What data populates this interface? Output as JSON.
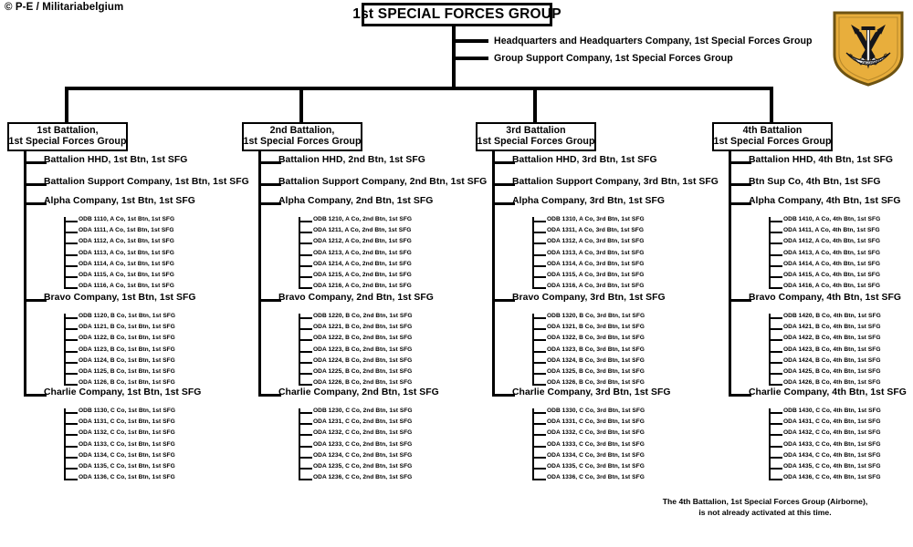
{
  "meta": {
    "copyright": "© P-E / Militariabelgium",
    "colors": {
      "line": "#000000",
      "background": "#ffffff",
      "insignia_field": "#E8AE3C",
      "insignia_border": "#7A5C14",
      "insignia_device": "#1A1A1A"
    }
  },
  "root": {
    "title": "1st SPECIAL FORCES GROUP",
    "staff": [
      "Headquarters and Headquarters Company,  1st Special Forces Group",
      "Group Support Company,  1st Special Forces Group"
    ]
  },
  "battalions": [
    {
      "box_line1": "1st Battalion,",
      "box_line2": "1st Special Forces Group",
      "units": [
        "Battalion HHD,  1st Btn, 1st SFG",
        "Battalion  Support Company, 1st Btn,  1st SFG"
      ],
      "companies": [
        {
          "label": "Alpha Company, 1st Btn,  1st SFG",
          "teams": [
            "ODB 1110, A Co, 1st Btn,  1st SFG",
            "ODA 1111, A Co, 1st Btn,  1st SFG",
            "ODA 1112, A Co, 1st Btn,  1st SFG",
            "ODA 1113, A Co, 1st Btn,  1st SFG",
            "ODA 1114, A Co, 1st Btn,  1st SFG",
            "ODA 1115, A Co, 1st Btn,  1st SFG",
            "ODA 1116, A Co, 1st Btn,  1st SFG"
          ]
        },
        {
          "label": "Bravo Company, 1st Btn, 1st SFG",
          "teams": [
            "ODB 1120, B Co, 1st Btn,  1st SFG",
            "ODA 1121, B Co, 1st Btn,  1st SFG",
            "ODA 1122, B Co, 1st Btn,  1st SFG",
            "ODA 1123, B Co, 1st Btn,  1st SFG",
            "ODA 1124, B Co, 1st Btn,  1st SFG",
            "ODA 1125, B Co, 1st Btn,  1st SFG",
            "ODA 1126, B Co, 1st Btn,  1st SFG"
          ]
        },
        {
          "label": "Charlie Company, 1st Btn,  1st SFG",
          "teams": [
            "ODB 1130, C Co, 1st Btn,  1st SFG",
            "ODA 1131, C Co, 1st Btn,  1st SFG",
            "ODA 1132, C Co, 1st Btn,  1st SFG",
            "ODA 1133, C Co, 1st Btn,  1st SFG",
            "ODA 1134, C Co, 1st Btn,  1st SFG",
            "ODA 1135, C Co, 1st Btn,  1st SFG",
            "ODA 1136, C Co, 1st Btn,  1st SFG"
          ]
        }
      ]
    },
    {
      "box_line1": "2nd Battalion,",
      "box_line2": "1st Special Forces Group",
      "units": [
        "Battalion HHD,  2nd Btn, 1st SFG",
        "Battalion  Support Company, 2nd Btn,  1st SFG"
      ],
      "companies": [
        {
          "label": "Alpha Company, 2nd Btn,  1st SFG",
          "teams": [
            "ODB 1210, A Co, 2nd Btn,  1st  SFG",
            "ODA 1211, A Co, 2nd Btn,  1st  SFG",
            "ODA 1212, A Co, 2nd Btn,  1st SFG",
            "ODA 1213, A Co, 2nd Btn,  1st SFG",
            "ODA 1214, A Co, 2nd Btn,  1st SFG",
            "ODA 1215, A Co, 2nd Btn,  1st SFG",
            "ODA 1216, A Co, 2nd Btn,  1st SFG"
          ]
        },
        {
          "label": "Bravo Company, 2nd Btn,  1st SFG",
          "teams": [
            "ODB 1220, B Co, 2nd Btn,  1st  SFG",
            "ODA 1221, B Co, 2nd Btn,  1st SFG",
            "ODA 1222, B Co, 2nd Btn,  1st SFG",
            "ODA 1223, B Co, 2nd Btn,  1st SFG",
            "ODA 1224, B Co, 2nd Btn,  1st SFG",
            "ODA 1225, B Co, 2nd Btn,  1st SFG",
            "ODA 1226, B Co, 2nd Btn,  1st SFG"
          ]
        },
        {
          "label": "Charlie Company, 2nd Btn, 1st SFG",
          "teams": [
            "ODB 1230, C Co, 2nd Btn,  1st SFG",
            "ODA 1231, C Co, 2nd Btn,  1st SFG",
            "ODA 1232, C Co, 2nd Btn,  1st SFG",
            "ODA 1233, C Co, 2nd Btn,  1st SFG",
            "ODA 1234, C Co, 2nd Btn,  1st SFG",
            "ODA 1235, C Co, 2nd Btn,  1st SFG",
            "ODA 1236, C Co, 2nd Btn,  1st SFG"
          ]
        }
      ]
    },
    {
      "box_line1": "3rd Battalion",
      "box_line2": "1st Special Forces Group",
      "units": [
        "Battalion HHD,  3rd Btn, 1st SFG",
        "Battalion  Support Company, 3rd Btn,  1st SFG"
      ],
      "companies": [
        {
          "label": "Alpha Company, 3rd Btn,  1st SFG",
          "teams": [
            "ODB 1310, A Co, 3rd Btn,  1st SFG",
            "ODA 1311, A Co, 3rd Btn,  1st SFG",
            "ODA 1312, A Co, 3rd Btn,  1st SFG",
            "ODA 1313, A Co, 3rd Btn,  1st SFG",
            "ODA 1314, A Co, 3rd Btn,  1st SFG",
            "ODA 1315, A Co, 3rd Btn,  1st SFG",
            "ODA 1316, A Co, 3rd Btn,  1st SFG"
          ]
        },
        {
          "label": "Bravo Company, 3rd Btn, 1st SFG",
          "teams": [
            "ODB 1320, B Co, 3rd Btn,  1st SFG",
            "ODA 1321, B Co, 3rd Btn,  1st SFG",
            "ODA 1322, B Co, 3rd Btn,  1st SFG",
            "ODA 1323, B Co, 3rd Btn,  1st SFG",
            "ODA 1324, B Co, 3rd Btn,  1st SFG",
            "ODA 1325, B Co, 3rd Btn,  1st SFG",
            "ODA 1326, B Co, 3rd Btn,  1st SFG"
          ]
        },
        {
          "label": "Charlie Company, 3rd Btn,  1st SFG",
          "teams": [
            "ODB 1330, C Co, 3rd Btn,  1st SFG",
            "ODA 1331, C Co, 3rd Btn,  1st SFG",
            "ODA 1332, C Co, 3rd Btn,  1st SFG",
            "ODA 1333, C Co, 3rd Btn,  1st SFG",
            "ODA 1334, C Co, 3rd Btn,  1st SFG",
            "ODA 1335, C Co, 3rd Btn,  1st SFG",
            "ODA 1336, C Co, 3rd Btn,  1st SFG"
          ]
        }
      ]
    },
    {
      "box_line1": "4th Battalion",
      "box_line2": "1st Special Forces Group",
      "units": [
        "Battalion HHD,  4th Btn, 1st SFG",
        "Btn  Sup Co, 4th Btn,  1st SFG"
      ],
      "companies": [
        {
          "label": "Alpha Company, 4th Btn,  1st SFG",
          "teams": [
            "ODB 1410, A Co, 4th Btn,  1st SFG",
            "ODA 1411, A Co, 4th Btn,  1st SFG",
            "ODA 1412, A Co, 4th Btn,  1st SFG",
            "ODA 1413, A Co, 4th Btn,  1st SFG",
            "ODA 1414, A Co, 4th Btn,  1st SFG",
            "ODA 1415, A Co, 4th Btn,  1st SFG",
            "ODA 1416, A Co, 4th Btn,  1st SFG"
          ]
        },
        {
          "label": "Bravo Company, 4th Btn,  1st SFG",
          "teams": [
            "ODB 1420, B Co, 4th Btn,  1st SFG",
            "ODA 1421, B Co, 4th Btn,  1st SFG",
            "ODA 1422, B Co, 4th Btn,  1st SFG",
            "ODA 1423, B Co, 4th Btn,  1st SFG",
            "ODA 1424, B Co, 4th Btn,  1st SFG",
            "ODA 1425, B Co, 4th Btn,  1st SFG",
            "ODA 1426, B Co, 4th Btn,  1st SFG"
          ]
        },
        {
          "label": "Charlie Company, 4th Btn,  1st SFG",
          "teams": [
            "ODB 1430, C Co, 4th Btn,  1st SFG",
            "ODA 1431, C Co, 4th Btn,  1st SFG",
            "ODA 1432, C Co, 4th Btn,  1st SFG",
            "ODA 1433, C Co, 4th Btn,  1st SFG",
            "ODA 1434, C Co, 4th Btn,  1st SFG",
            "ODA 1435, C Co, 4th Btn,  1st SFG",
            "ODA 1436, C Co, 4th Btn,  1st SFG"
          ]
        }
      ]
    }
  ],
  "footnote": {
    "line1": "The 4th Battalion, 1st Special Forces Group (Airborne),",
    "line2": "is not already activated at this time."
  },
  "insignia": {
    "motto": "DE OPPRESSO LIBER"
  }
}
